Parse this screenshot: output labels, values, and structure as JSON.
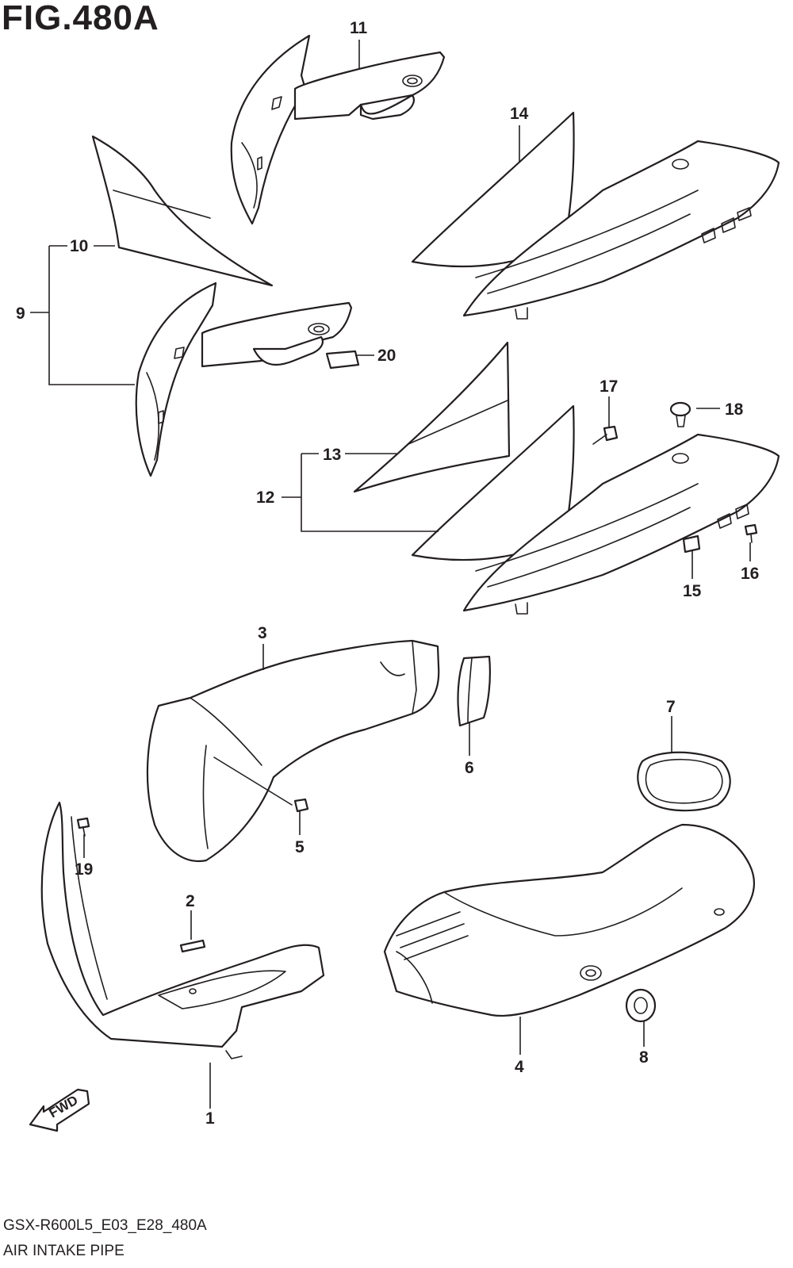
{
  "figure": {
    "title": "FIG.480A"
  },
  "footer": {
    "code": "GSX-R600L5_E03_E28_480A",
    "name": "AIR INTAKE PIPE"
  },
  "fwd_label": "FWD",
  "callouts": [
    "1",
    "2",
    "3",
    "4",
    "5",
    "6",
    "7",
    "8",
    "9",
    "10",
    "11",
    "12",
    "13",
    "14",
    "15",
    "16",
    "17",
    "18",
    "19",
    "20"
  ],
  "colors": {
    "line": "#231f20",
    "background": "#ffffff"
  }
}
